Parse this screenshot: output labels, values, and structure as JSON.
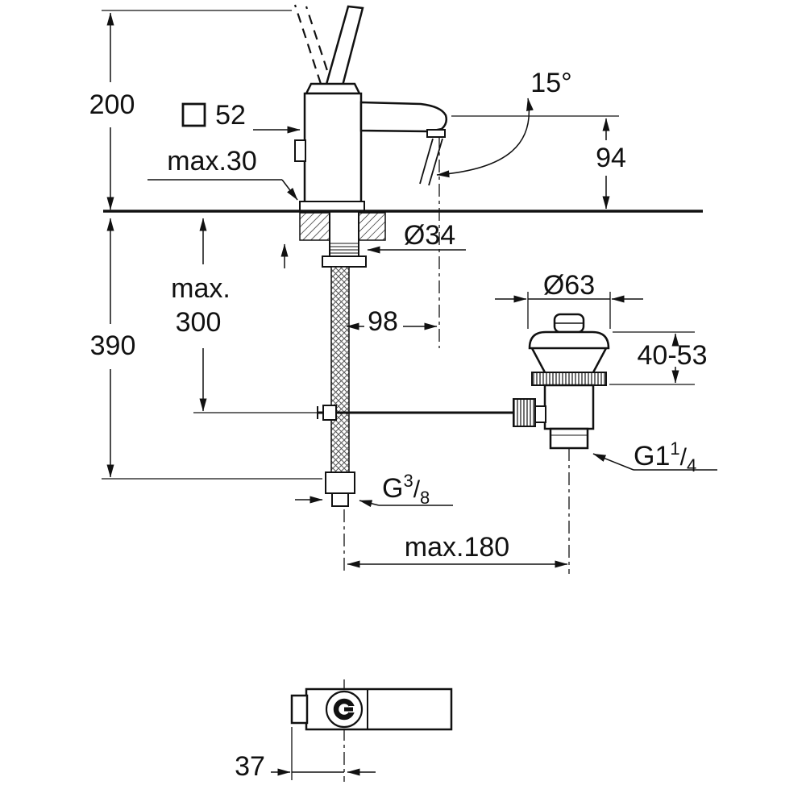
{
  "title": "Basin mixer tap technical dimension drawing",
  "colors": {
    "line": "#111111",
    "background": "#ffffff"
  },
  "labels": {
    "height_overall": "200",
    "height_below_deck": "390",
    "max_hose_depth_l1": "max.",
    "max_hose_depth_l2": "300",
    "deck_thickness": "max.30",
    "body_square": "52",
    "spout_angle": "15°",
    "spout_height": "94",
    "hole_diameter": "Ø34",
    "spout_reach": "98",
    "waste_flange_diameter": "Ø63",
    "waste_clamp_range": "40-53",
    "waste_thread_base": "G1",
    "waste_thread_num": "1",
    "waste_thread_slash": "/",
    "waste_thread_den": "4",
    "supply_thread_base": "G",
    "supply_thread_num": "3",
    "supply_thread_slash": "/",
    "supply_thread_den": "8",
    "waste_distance": "max.180",
    "handle_offset": "37"
  }
}
